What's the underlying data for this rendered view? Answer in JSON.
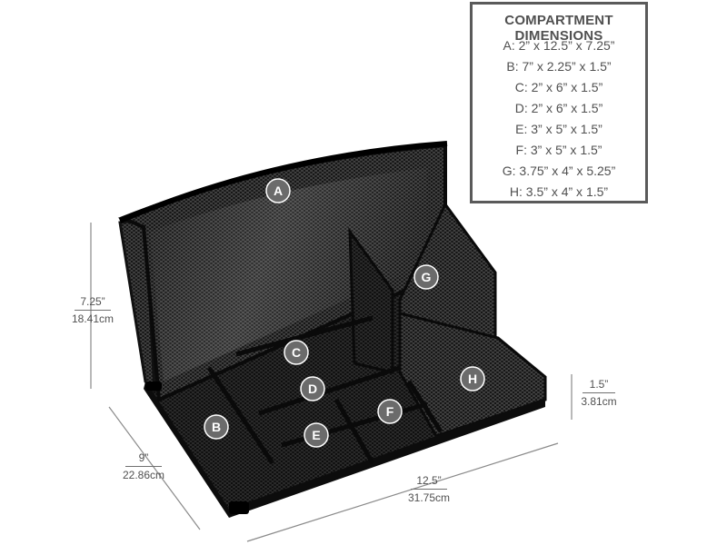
{
  "legend": {
    "title": "COMPARTMENT DIMENSIONS",
    "rows": [
      "A: 2” x 12.5” x 7.25”",
      "B: 7” x 2.25” x 1.5”",
      "C: 2” x 6” x 1.5”",
      "D: 2” x 6” x 1.5”",
      "E: 3” x 5” x 1.5”",
      "F: 3” x 5” x 1.5”",
      "G: 3.75” x 4” x 5.25”",
      "H: 3.5” x 4” x 1.5”"
    ]
  },
  "labels": {
    "a": "A",
    "b": "B",
    "c": "C",
    "d": "D",
    "e": "E",
    "f": "F",
    "g": "G",
    "h": "H"
  },
  "measurements": {
    "height": {
      "in": "7.25”",
      "cm": "18.41cm"
    },
    "depth": {
      "in": "9”",
      "cm": "22.86cm"
    },
    "width": {
      "in": "12.5”",
      "cm": "31.75cm"
    },
    "tray_height": {
      "in": "1.5”",
      "cm": "3.81cm"
    }
  },
  "colors": {
    "metal": "#1c1c1c",
    "mesh": "#2e2e2e",
    "badge": "#6b6b6b",
    "text": "#505050"
  }
}
